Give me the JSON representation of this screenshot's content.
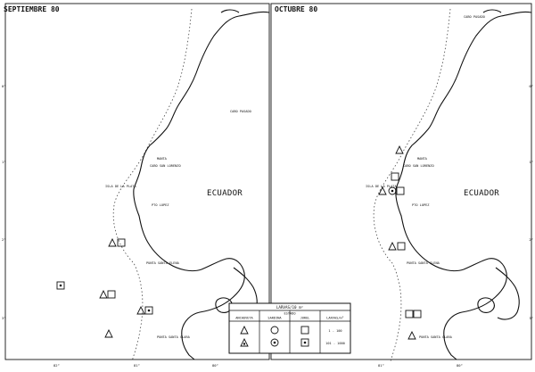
{
  "maps": [
    {
      "title": "SEPTIEMBRE 80",
      "country": "ECUADOR",
      "places": [
        "CABO PASADO",
        "MANTA",
        "CABO SAN LORENZO",
        "ISLA DE LA PLATA",
        "PTO LOPEZ",
        "PUNTA SANTA ELENA",
        "PUNTA SANTA CLARA"
      ],
      "lat_ticks": [
        "0°",
        "1°",
        "2°",
        "3°"
      ],
      "lon_ticks": [
        "82°",
        "81°",
        "80°"
      ]
    },
    {
      "title": "OCTUBRE 80",
      "country": "ECUADOR",
      "places": [
        "CABO PASADO",
        "MANTA",
        "CABO SAN LORENZO",
        "ISLA DE LA PLATA",
        "PTO LOPEZ",
        "PUNTA SANTA ELENA",
        "PUNTA SANTA CLARA"
      ],
      "lat_ticks": [
        "0°",
        "1°",
        "2°",
        "3°"
      ],
      "lon_ticks": [
        "81°",
        "80°"
      ]
    }
  ],
  "legend": {
    "title": "LARVAS/10 m²",
    "group_head": "ESTADO",
    "columns": [
      "ANCHOVETA",
      "SARDINA",
      "JUREL",
      "LARVAS/m²"
    ],
    "ranges": [
      "1 - 100",
      "101 - 1000"
    ]
  }
}
